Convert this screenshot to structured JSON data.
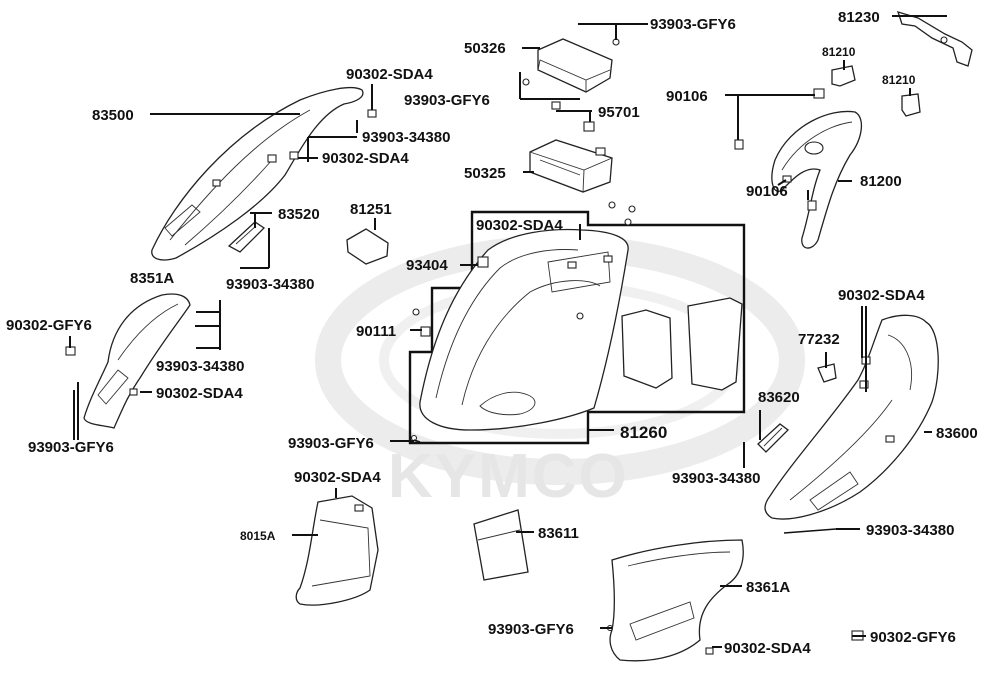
{
  "watermark": {
    "brand": "KYMCO"
  },
  "callouts": [
    {
      "id": "81230",
      "label": "81230"
    },
    {
      "id": "93903-GFY6-top",
      "label": "93903-GFY6"
    },
    {
      "id": "50326",
      "label": "50326"
    },
    {
      "id": "81210-a",
      "label": "81210"
    },
    {
      "id": "81210-b",
      "label": "81210"
    },
    {
      "id": "90302-SDA4-a",
      "label": "90302-SDA4"
    },
    {
      "id": "93903-GFY6-b",
      "label": "93903-GFY6"
    },
    {
      "id": "95701",
      "label": "95701"
    },
    {
      "id": "90106-a",
      "label": "90106"
    },
    {
      "id": "83500",
      "label": "83500"
    },
    {
      "id": "93903-34380-a",
      "label": "93903-34380"
    },
    {
      "id": "90302-SDA4-b",
      "label": "90302-SDA4"
    },
    {
      "id": "50325",
      "label": "50325"
    },
    {
      "id": "90106-b",
      "label": "90106"
    },
    {
      "id": "81200",
      "label": "81200"
    },
    {
      "id": "83520",
      "label": "83520"
    },
    {
      "id": "81251",
      "label": "81251"
    },
    {
      "id": "90302-SDA4-c",
      "label": "90302-SDA4"
    },
    {
      "id": "93404",
      "label": "93404"
    },
    {
      "id": "93903-34380-b",
      "label": "93903-34380"
    },
    {
      "id": "8351A",
      "label": "8351A"
    },
    {
      "id": "90302-SDA4-d",
      "label": "90302-SDA4"
    },
    {
      "id": "90302-GFY6-a",
      "label": "90302-GFY6"
    },
    {
      "id": "90111",
      "label": "90111"
    },
    {
      "id": "77232",
      "label": "77232"
    },
    {
      "id": "93903-34380-c",
      "label": "93903-34380"
    },
    {
      "id": "90302-SDA4-e",
      "label": "90302-SDA4"
    },
    {
      "id": "83620",
      "label": "83620"
    },
    {
      "id": "93903-GFY6-c",
      "label": "93903-GFY6"
    },
    {
      "id": "81260",
      "label": "81260"
    },
    {
      "id": "83600",
      "label": "83600"
    },
    {
      "id": "93903-GFY6-d",
      "label": "93903-GFY6"
    },
    {
      "id": "93903-34380-d",
      "label": "93903-34380"
    },
    {
      "id": "90302-SDA4-f",
      "label": "90302-SDA4"
    },
    {
      "id": "8015A",
      "label": "8015A"
    },
    {
      "id": "83611",
      "label": "83611"
    },
    {
      "id": "93903-34380-e",
      "label": "93903-34380"
    },
    {
      "id": "8361A",
      "label": "8361A"
    },
    {
      "id": "93903-GFY6-e",
      "label": "93903-GFY6"
    },
    {
      "id": "90302-SDA4-g",
      "label": "90302-SDA4"
    },
    {
      "id": "90302-GFY6-b",
      "label": "90302-GFY6"
    }
  ]
}
